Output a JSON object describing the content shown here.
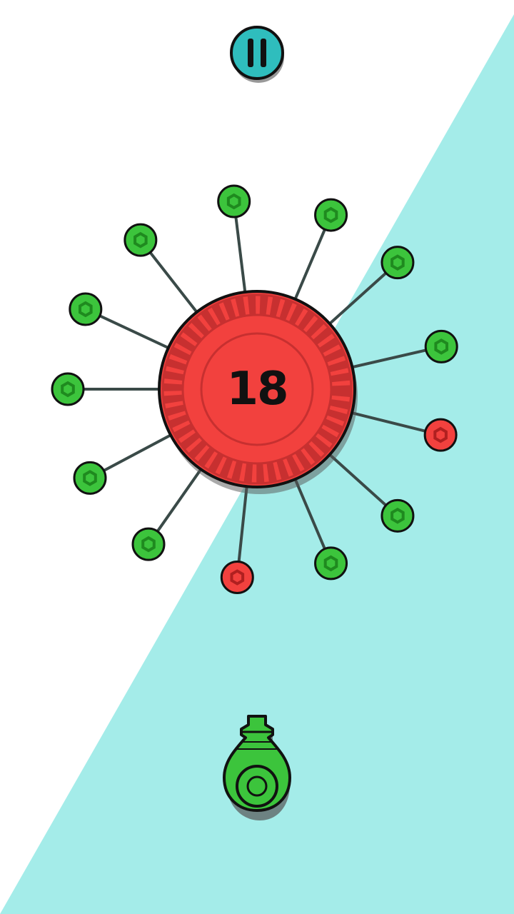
{
  "game": {
    "pins_remaining": "18",
    "pause_icon": "pause-icon",
    "launcher_icon": "pin-launcher-icon"
  },
  "colors": {
    "background": "#ffffff",
    "diagonal_band": "#a4ece9",
    "wheel_fill": "#f2413e",
    "wheel_pattern": "#c73030",
    "pin_green": "#3cc43c",
    "pin_red": "#f2413e",
    "pause_fill": "#2fbdbd",
    "outline": "#111111"
  },
  "pins": [
    {
      "angle": -97,
      "color": "green"
    },
    {
      "angle": -67,
      "color": "green"
    },
    {
      "angle": -42,
      "color": "green"
    },
    {
      "angle": -13,
      "color": "green"
    },
    {
      "angle": 14,
      "color": "red"
    },
    {
      "angle": 42,
      "color": "green"
    },
    {
      "angle": 67,
      "color": "green"
    },
    {
      "angle": 96,
      "color": "red"
    },
    {
      "angle": 125,
      "color": "green"
    },
    {
      "angle": 152,
      "color": "green"
    },
    {
      "angle": 180,
      "color": "green"
    },
    {
      "angle": -155,
      "color": "green"
    },
    {
      "angle": -128,
      "color": "green"
    }
  ]
}
